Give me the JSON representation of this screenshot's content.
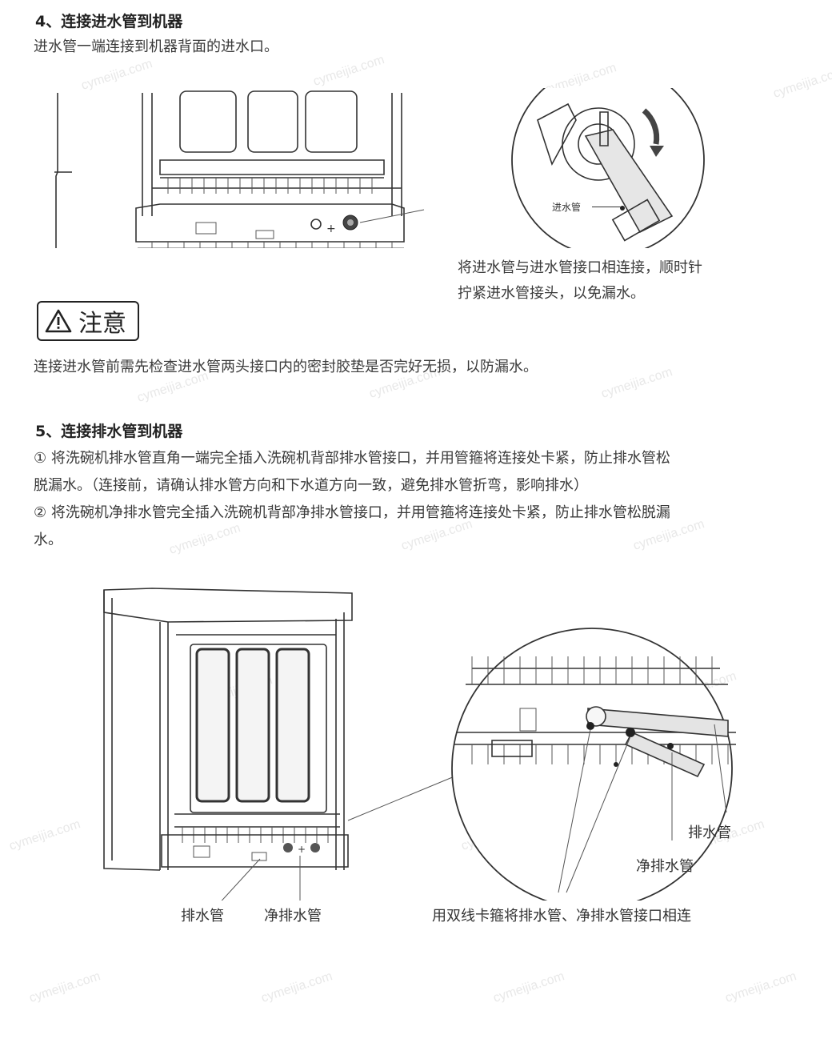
{
  "section4": {
    "heading": "4、连接进水管到机器",
    "intro": "进水管一端连接到机器背面的进水口。",
    "inset_label": "进水管",
    "caption_line1": "将进水管与进水管接口相连接，顺时针",
    "caption_line2": "拧紧进水管接头，以免漏水。"
  },
  "notice": {
    "icon": "warning-triangle-icon",
    "title": "注意",
    "text": "连接进水管前需先检查进水管两头接口内的密封胶垫是否完好无损，以防漏水。"
  },
  "section5": {
    "heading": "5、连接排水管到机器",
    "step1_line1": "① 将洗碗机排水管直角一端完全插入洗碗机背部排水管接口，并用管箍将连接处卡紧，防止排水管松",
    "step1_line2": "脱漏水。（连接前，请确认排水管方向和下水道方向一致，避免排水管折弯，影响排水）",
    "step2_line1": "② 将洗碗机净排水管完全插入洗碗机背部净排水管接口，并用管箍将连接处卡紧，防止排水管松脱漏",
    "step2_line2": "水。",
    "label_drain": "排水管",
    "label_clean_drain": "净排水管",
    "label_inset_drain": "排水管",
    "label_inset_clean_drain": "净排水管",
    "caption": "用双线卡箍将排水管、净排水管接口相连"
  },
  "watermark": "cymeijia.com"
}
